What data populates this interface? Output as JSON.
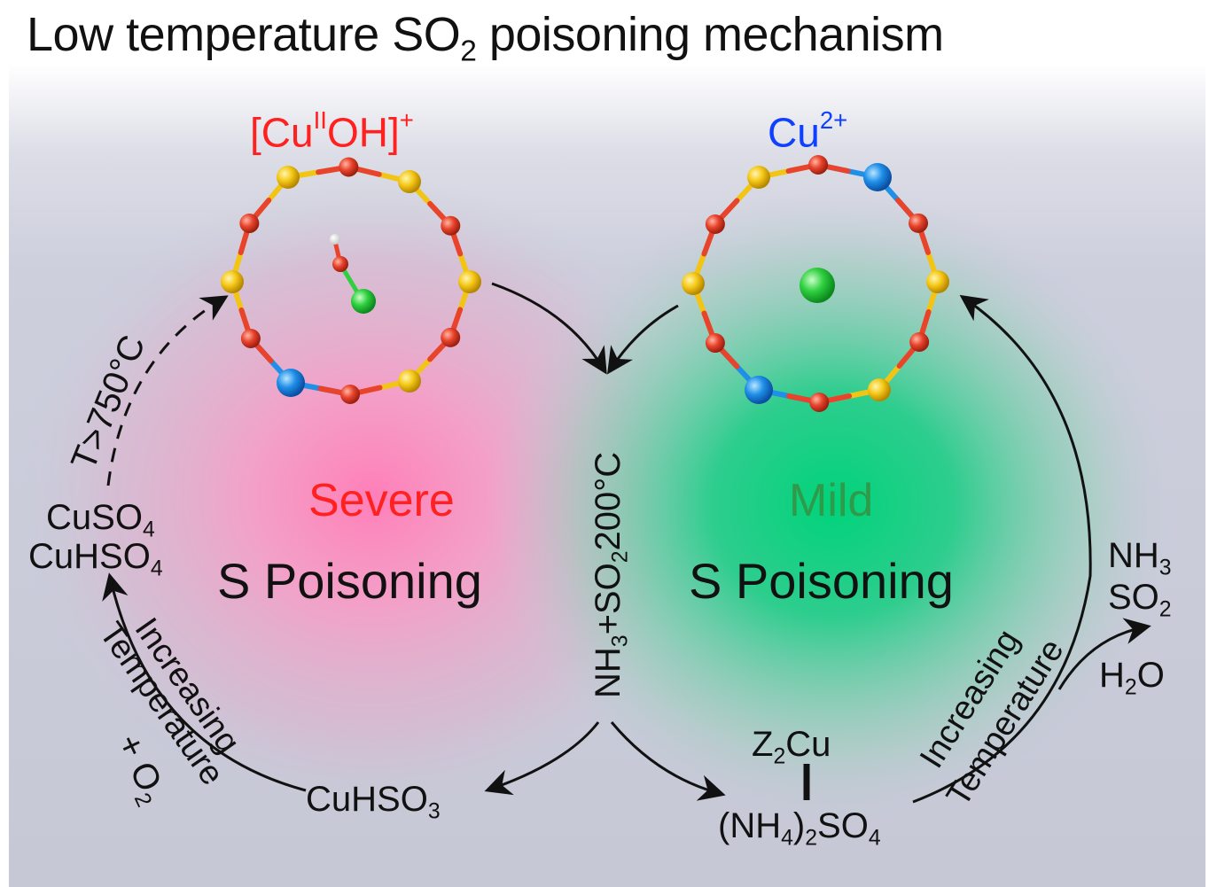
{
  "title": {
    "main": "Low temperature SO",
    "sub": "2",
    "rest": " poisoning mechanism"
  },
  "left": {
    "site_label": {
      "open": "[Cu",
      "sup1": "II",
      "mid": "OH]",
      "sup2": "+"
    },
    "severity": "Severe",
    "poisoning": "S Poisoning",
    "high_temp": "T>750°C",
    "sulfate1": {
      "a": "CuSO",
      "b": "4"
    },
    "sulfate2": {
      "a": "CuHSO",
      "b": "4"
    },
    "increasing": "Increasing",
    "temperature": "Temperature",
    "oxygen": {
      "a": "+ O",
      "b": "2"
    },
    "sulfite": {
      "a": "CuHSO",
      "b": "3"
    }
  },
  "center": {
    "reagent": {
      "a": "NH",
      "b": "3",
      "c": "+SO",
      "d": "2",
      "e": "200°C"
    }
  },
  "right": {
    "site_label": {
      "a": "Cu",
      "sup": "2+"
    },
    "severity": "Mild",
    "poisoning": "S Poisoning",
    "z2cu": {
      "a": "Z",
      "b": "2",
      "c": "Cu"
    },
    "ammonium": {
      "a": "(NH",
      "b": "4",
      "c": ")",
      "d": "2",
      "e": "SO",
      "f": "4"
    },
    "increasing": "Increasing",
    "temperature": "Temperature",
    "nh3": {
      "a": "NH",
      "b": "3"
    },
    "so2": {
      "a": "SO",
      "b": "2"
    },
    "h2o": {
      "a": "H",
      "b": "2",
      "c": "O"
    }
  },
  "colors": {
    "severe_red": "#ff2020",
    "cu2_blue": "#1040ff",
    "mild_green": "#2e9a4a",
    "oxygen_atom": "#e8432c",
    "silicon_atom": "#f2c514",
    "copper_atom": "#1f8fe8",
    "hydroxyl_atom": "#2fcf3f"
  }
}
